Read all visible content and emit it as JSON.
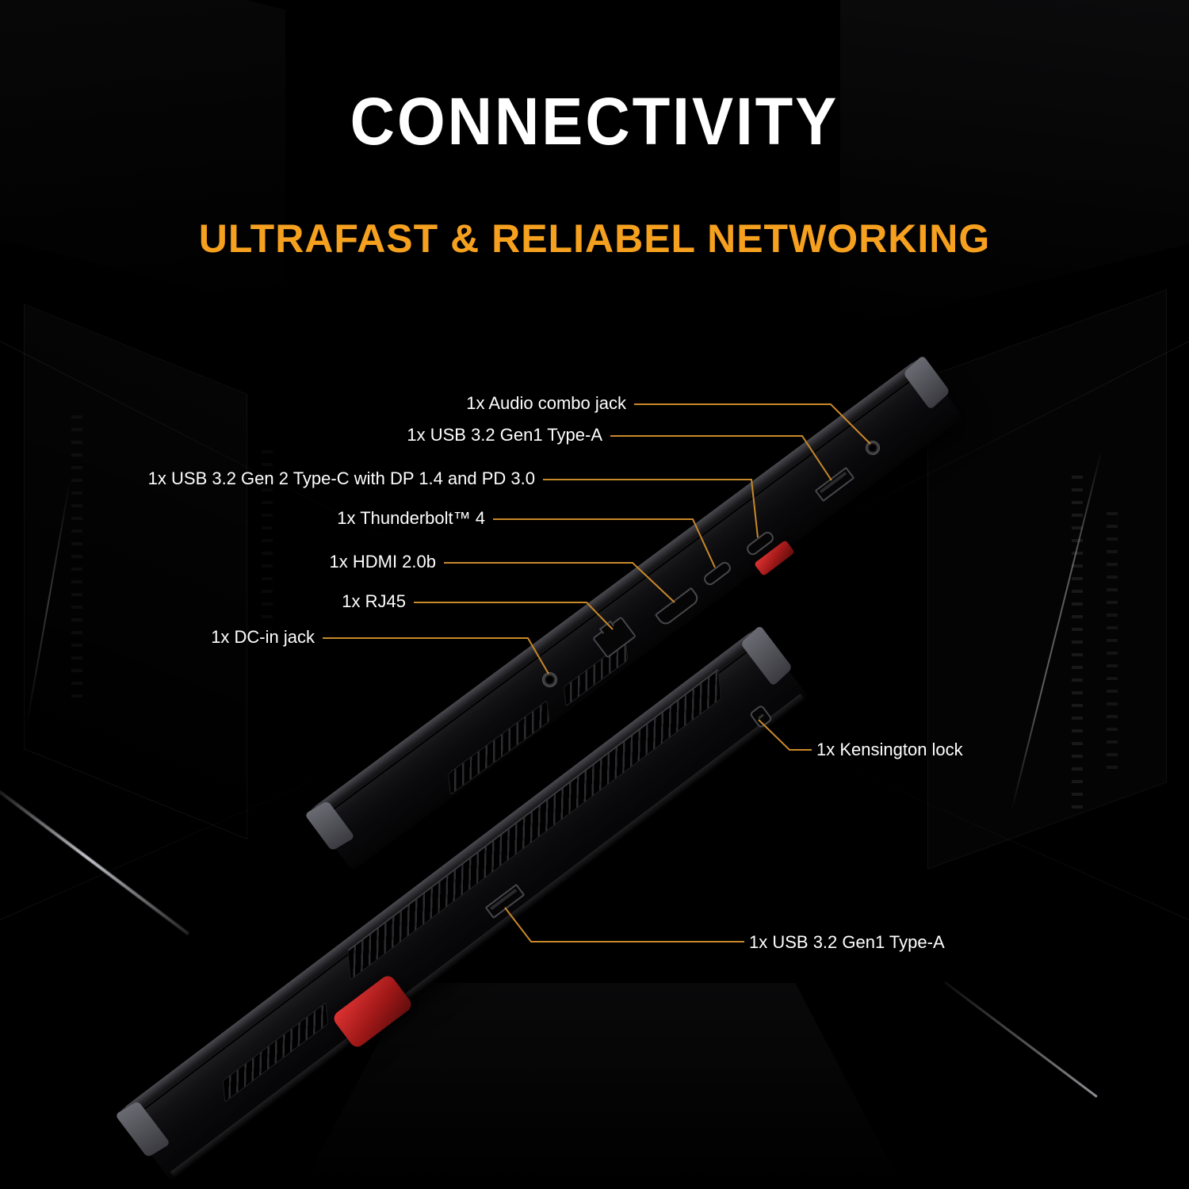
{
  "header": {
    "title": "CONNECTIVITY",
    "subtitle": "ULTRAFAST & RELIABEL NETWORKING"
  },
  "callouts": [
    {
      "id": "audio-jack",
      "label": "1x Audio combo jack"
    },
    {
      "id": "usb-a-top",
      "label": "1x USB 3.2 Gen1 Type-A"
    },
    {
      "id": "usb-c-dp",
      "label": "1x USB 3.2 Gen 2 Type-C with DP 1.4 and PD 3.0"
    },
    {
      "id": "thunderbolt",
      "label": "1x Thunderbolt™ 4"
    },
    {
      "id": "hdmi",
      "label": "1x HDMI 2.0b"
    },
    {
      "id": "rj45",
      "label": "1x RJ45"
    },
    {
      "id": "dc-in",
      "label": "1x DC-in jack"
    },
    {
      "id": "kensington",
      "label": "1x Kensington lock"
    },
    {
      "id": "usb-a-bottom",
      "label": "1x USB 3.2 Gen1 Type-A"
    }
  ],
  "colors": {
    "background": "#000000",
    "title": "#FFFFFF",
    "subtitle_accent": "#F5A01E",
    "callout_line": "#C9882A",
    "label_text": "#FFFFFF",
    "laptop_red_accent": "#A01818"
  }
}
